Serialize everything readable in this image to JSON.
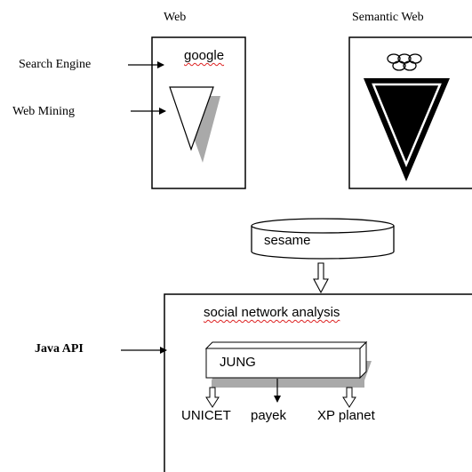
{
  "web": {
    "title": "Web",
    "search_engine_label": "Search Engine",
    "web_mining_label": "Web Mining",
    "engine_name": "google"
  },
  "semantic_web": {
    "title": "Semantic Web"
  },
  "repository": {
    "name": "sesame"
  },
  "analysis": {
    "title": "social network analysis",
    "api_label": "Java API",
    "library_name": "JUNG",
    "outputs": [
      "UNICET",
      "payek",
      "XP planet"
    ]
  }
}
